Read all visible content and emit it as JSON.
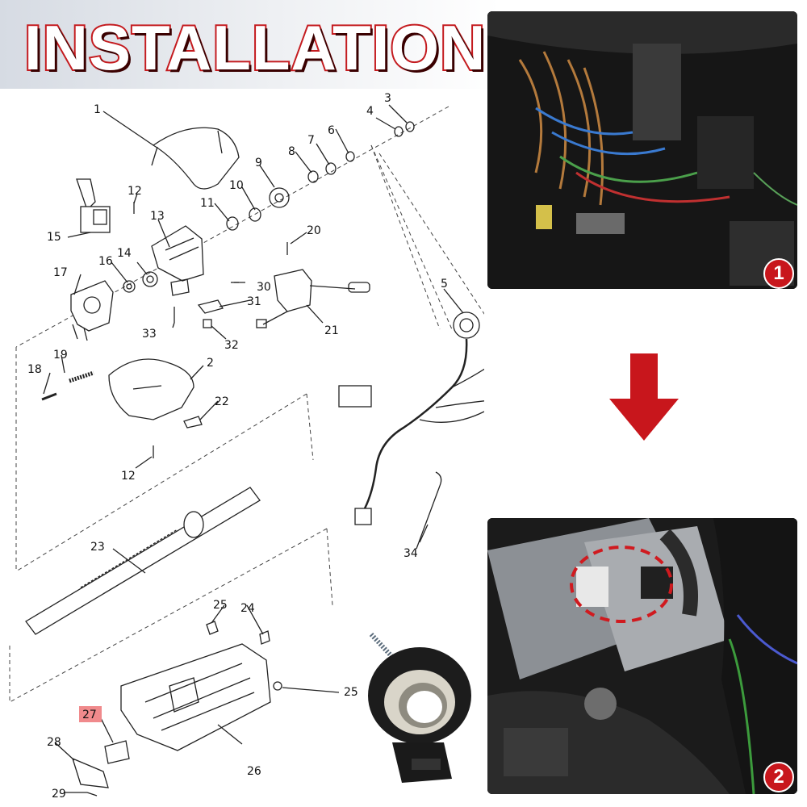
{
  "title": "INSTALLATION",
  "diagram": {
    "labels": {
      "p1": "1",
      "p2": "2",
      "p3": "3",
      "p4": "4",
      "p5": "5",
      "p6": "6",
      "p7": "7",
      "p8": "8",
      "p9": "9",
      "p10": "10",
      "p11": "11",
      "p12a": "12",
      "p12b": "12",
      "p13": "13",
      "p14": "14",
      "p15": "15",
      "p16": "16",
      "p17": "17",
      "p18": "18",
      "p19": "19",
      "p20": "20",
      "p21": "21",
      "p22": "22",
      "p23": "23",
      "p24": "24",
      "p25a": "25",
      "p25b": "25",
      "p26": "26",
      "p27": "27",
      "p28": "28",
      "p29": "29",
      "p30": "30",
      "p31": "31",
      "p32": "32",
      "p33": "33",
      "p34": "34"
    },
    "highlight_color": "#f08a8c"
  },
  "photos": {
    "step1": {
      "badge": "1"
    },
    "step2": {
      "badge": "2"
    }
  },
  "colors": {
    "accent": "#c8161c",
    "arrow": "#c8161c"
  }
}
